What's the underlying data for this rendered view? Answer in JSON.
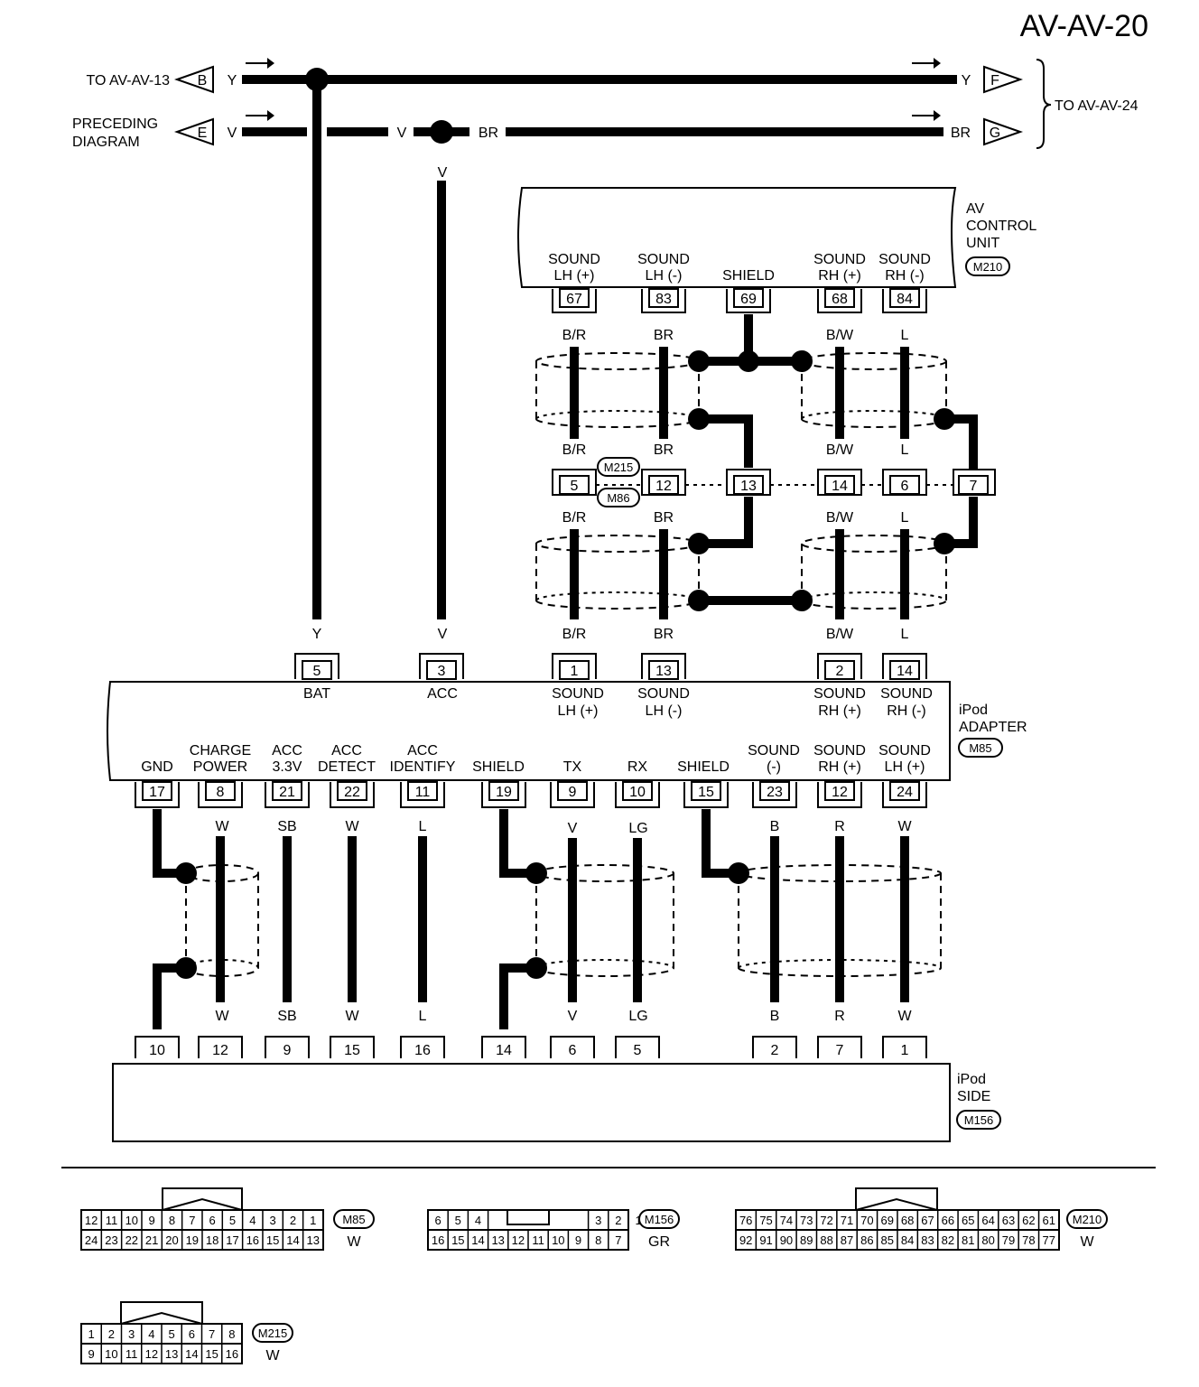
{
  "page_id": "AV-AV-20",
  "offpage": {
    "left_top": "TO AV-AV-13",
    "left_bottom_line1": "PRECEDING",
    "left_bottom_line2": "DIAGRAM",
    "right": "TO AV-AV-24",
    "B": "B",
    "E": "E",
    "F": "F",
    "G": "G"
  },
  "wire_colors": {
    "Y": "Y",
    "V": "V",
    "BR": "BR",
    "BR_W": "B/R",
    "BW": "B/W",
    "L": "L",
    "W": "W",
    "SB": "SB",
    "LG": "LG",
    "B": "B",
    "R": "R"
  },
  "av_control_unit": {
    "name_line1": "AV",
    "name_line2": "CONTROL",
    "name_line3": "UNIT",
    "connector": "M210",
    "pins": [
      {
        "num": "67",
        "line1": "SOUND",
        "line2": "LH (+)"
      },
      {
        "num": "83",
        "line1": "SOUND",
        "line2": "LH (-)"
      },
      {
        "num": "69",
        "line1": "",
        "line2": "SHIELD"
      },
      {
        "num": "68",
        "line1": "SOUND",
        "line2": "RH (+)"
      },
      {
        "num": "84",
        "line1": "SOUND",
        "line2": "RH (-)"
      }
    ]
  },
  "joint": {
    "connector_top": "M215",
    "connector_bottom": "M86",
    "pins": [
      "5",
      "12",
      "13",
      "14",
      "6",
      "7"
    ]
  },
  "ipod_adapter": {
    "name_line1": "iPod",
    "name_line2": "ADAPTER",
    "connector": "M85",
    "top_pins": [
      {
        "num": "5",
        "line1": "BAT",
        "line2": ""
      },
      {
        "num": "3",
        "line1": "ACC",
        "line2": ""
      },
      {
        "num": "1",
        "line1": "SOUND",
        "line2": "LH (+)"
      },
      {
        "num": "13",
        "line1": "SOUND",
        "line2": "LH (-)"
      },
      {
        "num": "2",
        "line1": "SOUND",
        "line2": "RH (+)"
      },
      {
        "num": "14",
        "line1": "SOUND",
        "line2": "RH (-)"
      }
    ],
    "bottom_pins": [
      {
        "num": "17",
        "line1": "",
        "line2": "GND"
      },
      {
        "num": "8",
        "line1": "CHARGE",
        "line2": "POWER"
      },
      {
        "num": "21",
        "line1": "ACC",
        "line2": "3.3V"
      },
      {
        "num": "22",
        "line1": "ACC",
        "line2": "DETECT"
      },
      {
        "num": "11",
        "line1": "ACC",
        "line2": "IDENTIFY"
      },
      {
        "num": "19",
        "line1": "",
        "line2": "SHIELD"
      },
      {
        "num": "9",
        "line1": "",
        "line2": "TX"
      },
      {
        "num": "10",
        "line1": "",
        "line2": "RX"
      },
      {
        "num": "15",
        "line1": "",
        "line2": "SHIELD"
      },
      {
        "num": "23",
        "line1": "SOUND",
        "line2": "(-)"
      },
      {
        "num": "12",
        "line1": "SOUND",
        "line2": "RH (+)"
      },
      {
        "num": "24",
        "line1": "SOUND",
        "line2": "LH (+)"
      }
    ]
  },
  "ipod_side": {
    "name_line1": "iPod",
    "name_line2": "SIDE",
    "connector": "M156",
    "pins": [
      "10",
      "12",
      "9",
      "15",
      "16",
      "14",
      "6",
      "5",
      "2",
      "7",
      "1"
    ]
  },
  "connector_views": [
    {
      "id": "M85",
      "color": "W",
      "row1": [
        "12",
        "11",
        "10",
        "9",
        "8",
        "7",
        "6",
        "5",
        "4",
        "3",
        "2",
        "1"
      ],
      "row2": [
        "24",
        "23",
        "22",
        "21",
        "20",
        "19",
        "18",
        "17",
        "16",
        "15",
        "14",
        "13"
      ]
    },
    {
      "id": "M156",
      "color": "GR",
      "row1": [
        "6",
        "5",
        "4",
        "",
        "",
        "",
        "",
        "",
        "3",
        "2",
        "1"
      ],
      "row2": [
        "16",
        "15",
        "14",
        "13",
        "12",
        "11",
        "10",
        "9",
        "8",
        "7"
      ]
    },
    {
      "id": "M210",
      "color": "W",
      "row1": [
        "76",
        "75",
        "74",
        "73",
        "72",
        "71",
        "70",
        "69",
        "68",
        "67",
        "66",
        "65",
        "64",
        "63",
        "62",
        "61"
      ],
      "row2": [
        "92",
        "91",
        "90",
        "89",
        "88",
        "87",
        "86",
        "85",
        "84",
        "83",
        "82",
        "81",
        "80",
        "79",
        "78",
        "77"
      ]
    },
    {
      "id": "M215",
      "color": "W",
      "row1": [
        "1",
        "2",
        "3",
        "4",
        "5",
        "6",
        "7",
        "8"
      ],
      "row2": [
        "9",
        "10",
        "11",
        "12",
        "13",
        "14",
        "15",
        "16"
      ]
    }
  ]
}
